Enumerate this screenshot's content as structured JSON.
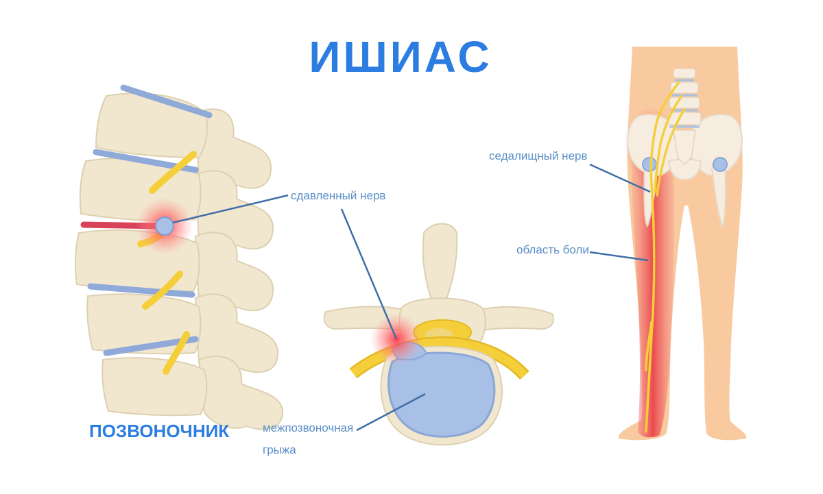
{
  "title": "ИШИАС",
  "labels": {
    "spine": "ПОЗВОНОЧНИК",
    "compressed_nerve": "сдавленный нерв",
    "sciatic_nerve": "седалищный нерв",
    "pain_area": "область боли",
    "hernia_line1": "межпозвоночная",
    "hernia_line2": "грыжа"
  },
  "colors": {
    "title": "#2b7de0",
    "caption": "#2b7de0",
    "label": "#5a8fc9",
    "leader": "#3f6ea8",
    "bone": "#f1e7cf",
    "bone_shadow": "#d9cba8",
    "disc": "#9fb8e0",
    "nerve": "#f5cf3a",
    "skin": "#f9caa0",
    "pain": "#ee3b4a"
  }
}
